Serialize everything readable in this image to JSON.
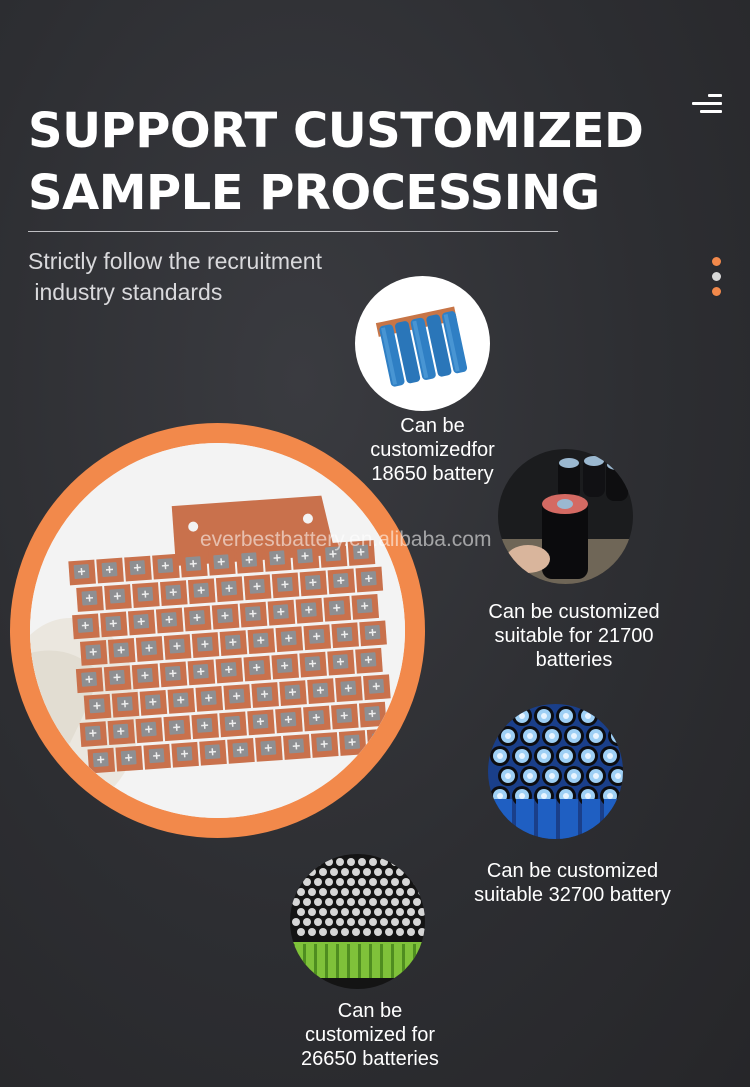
{
  "header": {
    "title_line1": "SUPPORT CUSTOMIZED",
    "title_line2": "SAMPLE PROCESSING",
    "subtitle_line1": "Strictly follow the recruitment",
    "subtitle_line2": " industry standards"
  },
  "menu": {
    "icon": "menu-icon"
  },
  "indicator": {
    "dot_colors": [
      "#f2894b",
      "#d9d9d9",
      "#f2894b"
    ]
  },
  "watermark": "everbestbattery.en.alibaba.com",
  "items": [
    {
      "icon": "18650-battery-pack-image",
      "caption": [
        "Can be",
        "customizedfor",
        "18650 battery"
      ]
    },
    {
      "icon": "21700-battery-image",
      "caption": [
        "Can be customized",
        "suitable for 21700",
        "batteries"
      ]
    },
    {
      "icon": "32700-battery-image",
      "caption": [
        "Can be customized",
        "suitable 32700 battery"
      ]
    },
    {
      "icon": "26650-battery-image",
      "caption": [
        "Can be",
        "customized for",
        "26650 batteries"
      ]
    }
  ],
  "colors": {
    "accent": "#f2894b",
    "background": "#2d2e32"
  }
}
